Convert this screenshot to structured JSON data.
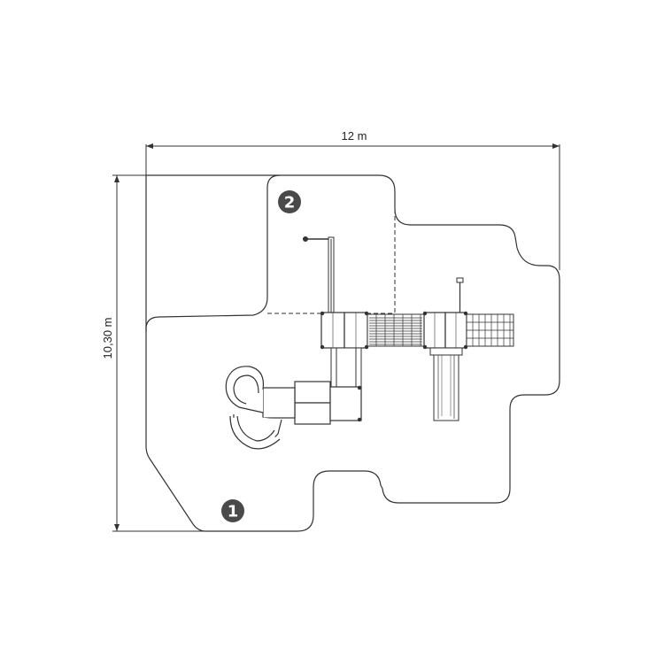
{
  "dimensions": {
    "width_label": "12 m",
    "height_label": "10,30 m"
  },
  "markers": [
    {
      "label": "1"
    },
    {
      "label": "2"
    }
  ],
  "colors": {
    "line": "#333333",
    "marker_fill": "#4a4a4a",
    "background": "#ffffff"
  }
}
